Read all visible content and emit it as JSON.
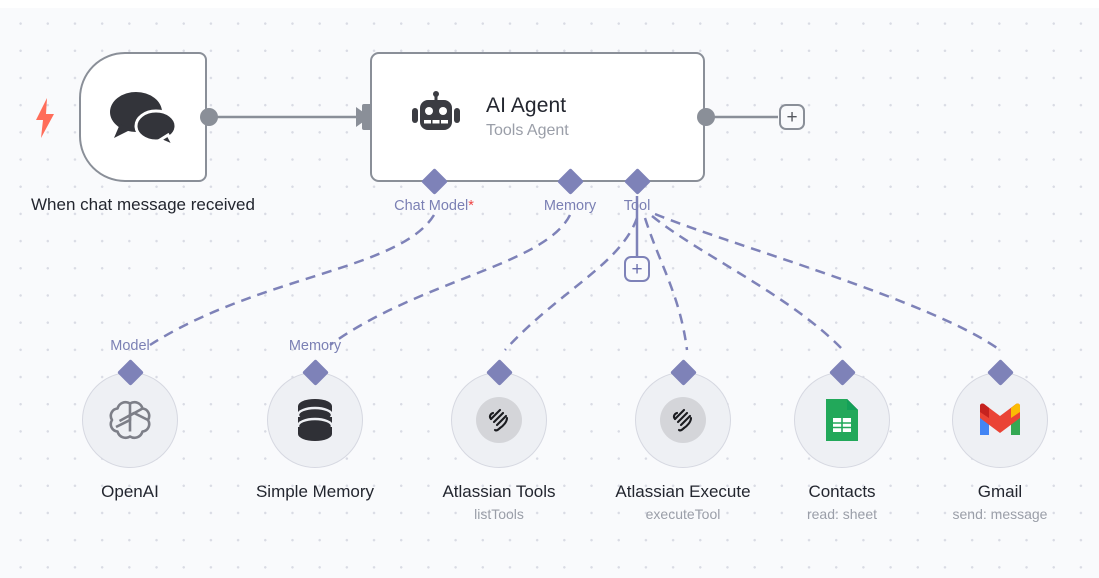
{
  "canvas": {
    "background_color": "#f9fafc",
    "dot_color": "#d9dbe4",
    "accent_purple": "#7e82b8",
    "node_border": "#8a8f98",
    "trigger_bolt_color": "#ff6d5a"
  },
  "trigger": {
    "name": "When chat message received",
    "icon": "chat-bubbles-icon",
    "badge_icon": "lightning-bolt-icon"
  },
  "agent": {
    "title": "AI Agent",
    "subtitle": "Tools Agent",
    "icon": "robot-icon",
    "connectors": [
      {
        "label": "Chat Model",
        "required": true,
        "required_marker": "*"
      },
      {
        "label": "Memory",
        "required": false,
        "required_marker": ""
      },
      {
        "label": "Tool",
        "required": false,
        "required_marker": ""
      }
    ],
    "output_plus_label": "+",
    "tool_plus_label": "+"
  },
  "sub_nodes": [
    {
      "title": "OpenAI",
      "subtitle": "",
      "conn_label": "Model",
      "icon": "openai-icon"
    },
    {
      "title": "Simple Memory",
      "subtitle": "",
      "conn_label": "Memory",
      "icon": "database-icon"
    },
    {
      "title": "Atlassian Tools",
      "subtitle": "listTools",
      "conn_label": "",
      "icon": "atlassian-tool-icon"
    },
    {
      "title": "Atlassian Execute",
      "subtitle": "executeTool",
      "conn_label": "",
      "icon": "atlassian-tool-icon"
    },
    {
      "title": "Contacts",
      "subtitle": "read: sheet",
      "conn_label": "",
      "icon": "google-sheets-icon"
    },
    {
      "title": "Gmail",
      "subtitle": "send: message",
      "conn_label": "",
      "icon": "gmail-icon"
    }
  ]
}
